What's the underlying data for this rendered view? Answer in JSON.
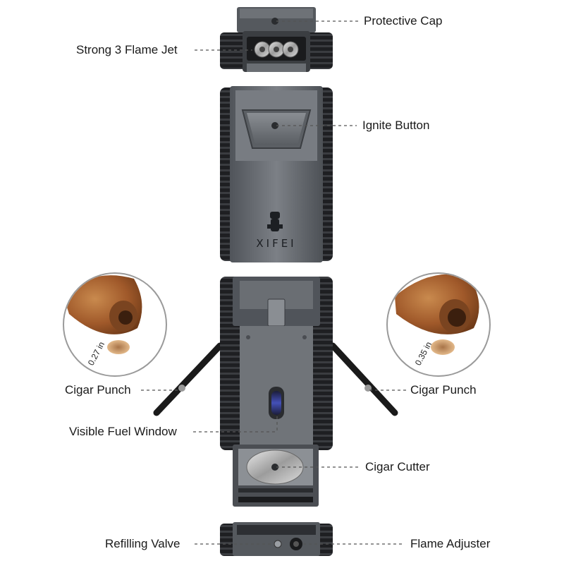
{
  "labels": {
    "protective_cap": "Protective Cap",
    "flame_jet": "Strong 3 Flame Jet",
    "ignite_button": "Ignite Button",
    "cigar_punch_left": "Cigar Punch",
    "cigar_punch_right": "Cigar Punch",
    "fuel_window": "Visible Fuel Window",
    "cigar_cutter": "Cigar Cutter",
    "refilling_valve": "Refilling Valve",
    "flame_adjuster": "Flame Adjuster"
  },
  "punch_sizes": {
    "left": "0.27 in",
    "right": "0.35 in"
  },
  "brand": {
    "name": "XIFEI",
    "logo_icon": "chef-hat-figure-icon"
  },
  "colors": {
    "body_metal": "#6b6f73",
    "rubber_grip": "#1e1f22",
    "cigar_wrapper": "#a9642a",
    "fuel_window": "#3d49a8",
    "leader_line": "#555555"
  }
}
